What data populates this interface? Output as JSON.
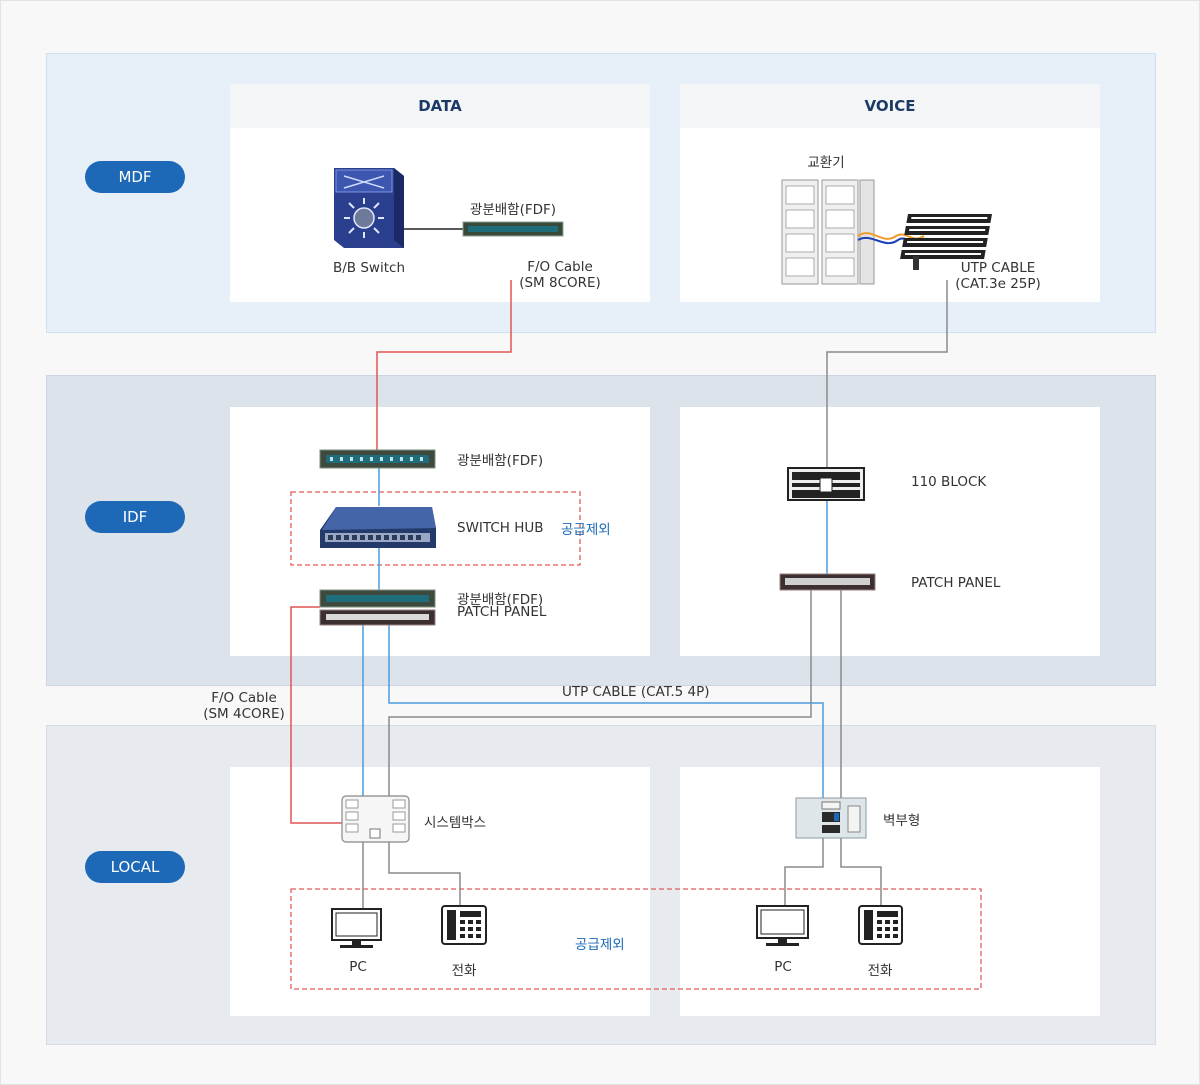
{
  "zones": {
    "mdf": "MDF",
    "idf": "IDF",
    "local": "LOCAL"
  },
  "mdf": {
    "data_title": "DATA",
    "voice_title": "VOICE",
    "bb_switch": "B/B Switch",
    "fdf": "광분배함(FDF)",
    "fo_cable_line1": "F/O Cable",
    "fo_cable_line2": "(SM 8CORE)",
    "exchange": "교환기",
    "utp_line1": "UTP CABLE",
    "utp_line2": "(CAT.3e 25P)"
  },
  "idf": {
    "fdf": "광분배함(FDF)",
    "switch_hub": "SWITCH HUB",
    "excluded": "공급제외",
    "fdf_pp_line1": "광분배함(FDF)",
    "fdf_pp_line2": "PATCH PANEL",
    "block110": "110 BLOCK",
    "patch_panel": "PATCH PANEL"
  },
  "between": {
    "fo_cable_line1": "F/O Cable",
    "fo_cable_line2": "(SM 4CORE)",
    "utp_cable": "UTP CABLE (CAT.5 4P)"
  },
  "local": {
    "system_box": "시스템박스",
    "wall_type": "벽부형",
    "pc1": "PC",
    "phone1": "전화",
    "pc2": "PC",
    "phone2": "전화",
    "excluded": "공급제외"
  },
  "colors": {
    "zone_pill": "#1d69b7",
    "fiber_line": "#e05555",
    "utp_line_blue": "#4a9be0",
    "utp_line_gray": "#8a8a8a",
    "excluded_border": "#e35a5a",
    "excluded_text": "#1d69b7"
  }
}
